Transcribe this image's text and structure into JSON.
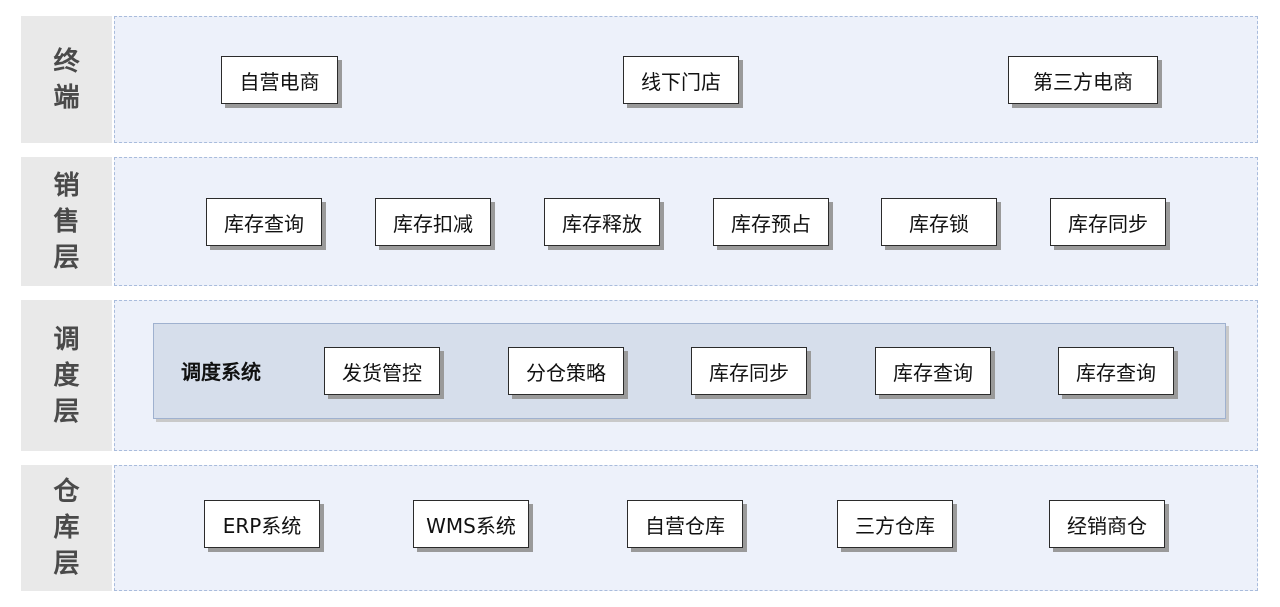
{
  "layers": [
    {
      "label": "终端",
      "items": [
        "自营电商",
        "线下门店",
        "第三方电商"
      ]
    },
    {
      "label": "销售层",
      "items": [
        "库存查询",
        "库存扣减",
        "库存释放",
        "库存预占",
        "库存锁",
        "库存同步"
      ]
    },
    {
      "label": "调度层",
      "system": "调度系统",
      "items": [
        "发货管控",
        "分仓策略",
        "库存同步",
        "库存查询",
        "库存查询"
      ]
    },
    {
      "label": "仓库层",
      "items": [
        "ERP系统",
        "WMS系统",
        "自营仓库",
        "三方仓库",
        "经销商仓"
      ]
    }
  ]
}
